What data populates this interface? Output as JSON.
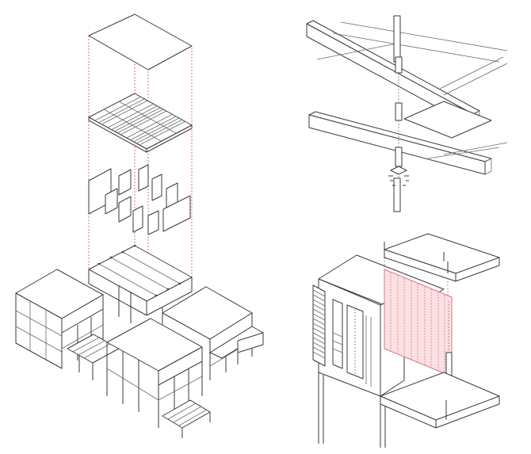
{
  "figure": {
    "panels": [
      "exploded-axonometric",
      "joint-detail",
      "facade-screen-detail"
    ],
    "colors": {
      "line": "#3a3a3a",
      "accent": "#e0455a",
      "screen_fill": "#fbe1e4",
      "background": "#ffffff"
    }
  }
}
